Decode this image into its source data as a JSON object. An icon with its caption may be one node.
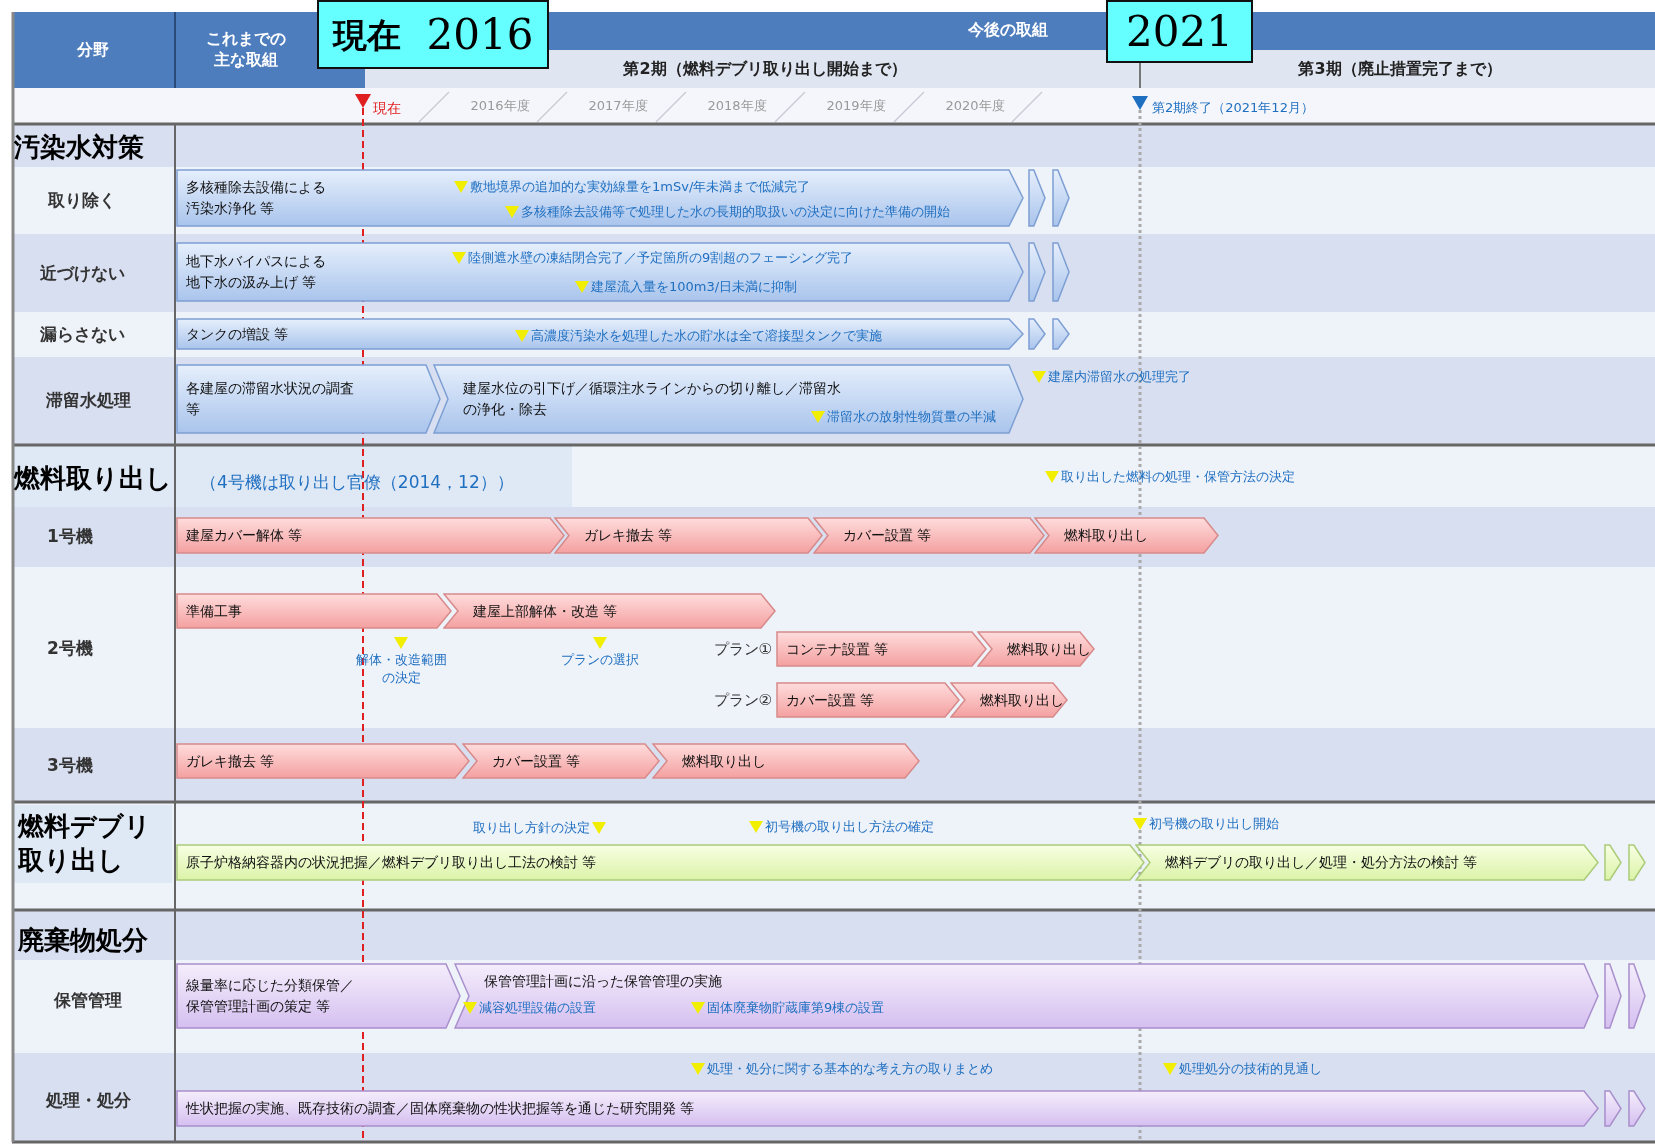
{
  "diagram": {
    "nodes": [
      {
        "text": [
          "現在",
          "2016"
        ]
      },
      {
        "text": [
          "2021"
        ]
      },
      {
        "text": [
          "多核種除去設備による汚染水浄化 等"
        ]
      },
      {
        "text": [],
        "shape": "chevron"
      },
      {
        "text": [],
        "shape": "chevron"
      },
      {
        "text": [
          "地下水バイパスによる地下水の汲み上げ 等"
        ]
      },
      {
        "text": [],
        "shape": "chevron"
      },
      {
        "text": [],
        "shape": "chevron"
      },
      {
        "text": [
          "タンクの増設 等"
        ]
      },
      {
        "text": [],
        "shape": "chevron"
      },
      {
        "text": [],
        "shape": "chevron"
      },
      {
        "text": [
          "各建屋の滞留水状況の調査等"
        ]
      },
      {
        "text": [
          "建屋水位の引下げ／循環注水ラインからの切り離し／滞留水の浄化・除去"
        ]
      },
      {
        "text": [
          "建屋カバー解体 等"
        ]
      },
      {
        "text": [
          "ガレキ撤去 等"
        ]
      },
      {
        "text": [
          "カバー設置 等"
        ]
      },
      {
        "text": [
          "燃料取り出し"
        ]
      },
      {
        "text": [
          "準備工事"
        ]
      },
      {
        "text": [
          "建屋上部解体・改造 等"
        ]
      },
      {
        "text": [
          "コンテナ設置 等"
        ]
      },
      {
        "text": [
          "燃料取り出し"
        ]
      },
      {
        "text": [
          "カバー設置 等"
        ]
      },
      {
        "text": [
          "燃料取り出し"
        ]
      },
      {
        "text": [
          "ガレキ撤去 等"
        ]
      },
      {
        "text": [
          "カバー設置 等"
        ]
      },
      {
        "text": [
          "燃料取り出し"
        ]
      },
      {
        "text": [
          "原子炉格納容器内の状況把握／燃料デブリ取り出し工法の検討 等"
        ]
      },
      {
        "text": [
          "燃料デブリの取り出し／処理・処分方法の検討 等"
        ]
      },
      {
        "text": [],
        "shape": "chevron"
      },
      {
        "text": [],
        "shape": "chevron"
      },
      {
        "text": [
          "線量率に応じた分類保管／保管管理計画の策定 等"
        ]
      },
      {
        "text": [
          "保管管理計画に沿った保管管理の実施"
        ]
      },
      {
        "text": [],
        "shape": "chevron"
      },
      {
        "text": [],
        "shape": "chevron"
      },
      {
        "text": [
          "性状把握の実施、既存技術の調査／固体廃棄物の性状把握等を通じた研究開発 等"
        ]
      },
      {
        "text": [],
        "shape": "chevron"
      },
      {
        "text": [],
        "shape": "chevron"
      }
    ],
    "labels": [
      "分野",
      "これまでの主な取組",
      "今後の取組",
      "第2期（燃料デブリ取り出し開始まで）",
      "第3期（廃止措置完了まで）",
      "現在",
      "2016年度",
      "2017年度",
      "2018年度",
      "2019年度",
      "2020年度",
      "第2期終了（2021年12月）",
      "汚染水対策",
      "取り除く",
      "敷地境界の追加的な実効線量を1mSv/年未満まで低減完了",
      "多核種除去設備等で処理した水の長期的取扱いの決定に向けた準備の開始",
      "近づけない",
      "陸側遮水壁の凍結閉合完了／予定箇所の9割超のフェーシング完了",
      "建屋流入量を100m3/日未満に抑制",
      "漏らさない",
      "高濃度汚染水を処理した水の貯水は全て溶接型タンクで実施",
      "滞留水処理",
      "建屋内滞留水の処理完了",
      "滞留水の放射性物質量の半減",
      "燃料取り出し",
      "（4号機は取り出し官僚（2014，12））",
      "取り出した燃料の処理・保管方法の決定",
      "1号機",
      "2号機",
      "解体・改造範囲の決定",
      "プランの選択",
      "プラン①",
      "プラン②",
      "3号機",
      "燃料デブリ取り出し",
      "取り出し方針の決定",
      "初号機の取り出し方法の確定",
      "初号機の取り出し開始",
      "廃棄物処分",
      "保管管理",
      "減容処理設備の設置",
      "固体廃棄物貯蔵庫第9棟の設置",
      "処理・処分に関する基本的な考え方の取りまとめ",
      "処理・処分",
      "処理処分の技術的見通し"
    ]
  }
}
